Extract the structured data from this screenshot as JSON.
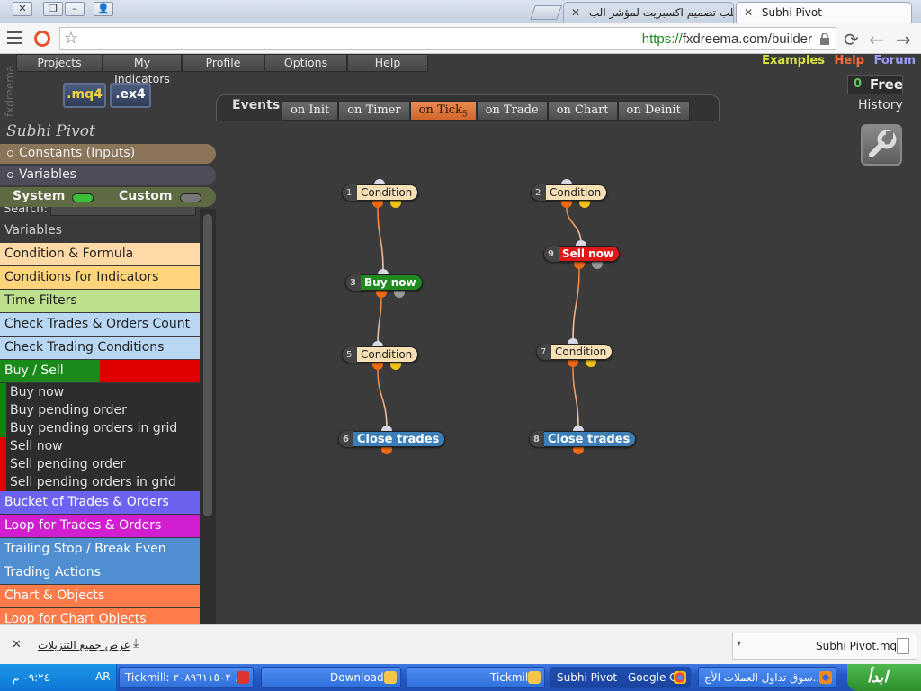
{
  "browser": {
    "tabs": [
      {
        "title": "Subhi Pivot",
        "active": true
      },
      {
        "title": "طلب تصميم اكسبريت لمؤشر الب",
        "active": false
      }
    ],
    "url_scheme": "https://",
    "url_rest": "fxdreema.com/builder"
  },
  "app": {
    "brand": "fxdreema",
    "menu": [
      "Projects",
      "My Indicators",
      "Profile",
      "Options",
      "Help"
    ],
    "formats": [
      ".mq4",
      ".ex4"
    ],
    "links": {
      "examples": "Examples",
      "help": "Help",
      "forum": "Forum"
    },
    "free_count": "0",
    "free_label": "Free",
    "history": "History",
    "events_label": "Events",
    "events": [
      "on Init",
      "on Timer",
      "on Tick",
      "on Trade",
      "on Chart",
      "on Deinit"
    ],
    "active_event": "on Tick",
    "active_event_badge": "5",
    "project_title": "Subhi Pivot",
    "sections": {
      "constants": "Constants (Inputs)",
      "variables": "Variables"
    },
    "system_label": "System",
    "custom_label": "Custom",
    "search_label": "Search:",
    "categories": [
      {
        "label": "Variables",
        "color": "#3a3a3a"
      },
      {
        "label": "Condition & Formula",
        "color": "#ffd9a6"
      },
      {
        "label": "Conditions for Indicators",
        "color": "#ffd47a"
      },
      {
        "label": "Time Filters",
        "color": "#bde08c"
      },
      {
        "label": "Check Trades & Orders Count",
        "color": "#b9d7f3"
      },
      {
        "label": "Check Trading Conditions",
        "color": "#b9d7f3"
      }
    ],
    "buy_sell_label": "Buy / Sell",
    "buy_sell_items": [
      {
        "label": "Buy now",
        "side": "buy"
      },
      {
        "label": "Buy pending order",
        "side": "buy"
      },
      {
        "label": "Buy pending orders in grid",
        "side": "buy"
      },
      {
        "label": "Sell now",
        "side": "sell"
      },
      {
        "label": "Sell pending order",
        "side": "sell"
      },
      {
        "label": "Sell pending orders in grid",
        "side": "sell"
      }
    ],
    "categories_after": [
      {
        "label": "Bucket of Trades & Orders",
        "color": "#6b63f0"
      },
      {
        "label": "Loop for Trades & Orders",
        "color": "#d01ed0"
      },
      {
        "label": "Trailing Stop / Break Even",
        "color": "#4f8ed0"
      },
      {
        "label": "Trading Actions",
        "color": "#4f8ed0"
      },
      {
        "label": "Chart & Objects",
        "color": "#ff7b4a"
      },
      {
        "label": "Loop for Chart Objects",
        "color": "#ff7b4a"
      }
    ],
    "blocks": [
      {
        "id": "1",
        "label": "Condition",
        "kind": "cond"
      },
      {
        "id": "2",
        "label": "Condition",
        "kind": "cond"
      },
      {
        "id": "3",
        "label": "Buy now",
        "kind": "buy"
      },
      {
        "id": "9",
        "label": "Sell now",
        "kind": "sell"
      },
      {
        "id": "5",
        "label": "Condition",
        "kind": "cond"
      },
      {
        "id": "7",
        "label": "Condition",
        "kind": "cond"
      },
      {
        "id": "6",
        "label": "Close trades",
        "kind": "close"
      },
      {
        "id": "8",
        "label": "Close trades",
        "kind": "close"
      }
    ],
    "connections": [
      [
        "1",
        "3"
      ],
      [
        "3",
        "5"
      ],
      [
        "5",
        "6"
      ],
      [
        "2",
        "9"
      ],
      [
        "9",
        "7"
      ],
      [
        "7",
        "8"
      ]
    ]
  },
  "downloads": {
    "show_all": "عرض جميع التنزيلات",
    "file": "Subhi Pivot.mq4"
  },
  "taskbar": {
    "start": "ابدأ",
    "tasks": [
      {
        "label": "سوق تداول العملات الأج...",
        "icon": "firefox-icon"
      },
      {
        "label": "Subhi Pivot - Google C...",
        "icon": "chrome-icon"
      },
      {
        "label": "Tickmill",
        "icon": "folder-icon"
      },
      {
        "label": "Downloads",
        "icon": "folder-icon"
      },
      {
        "label": "Tickmill: ٢٠٨٩٦١١٥٠٢-...",
        "icon": "terminal-icon"
      }
    ],
    "lang": "AR",
    "clock": "٠٩:٢٤ م"
  }
}
